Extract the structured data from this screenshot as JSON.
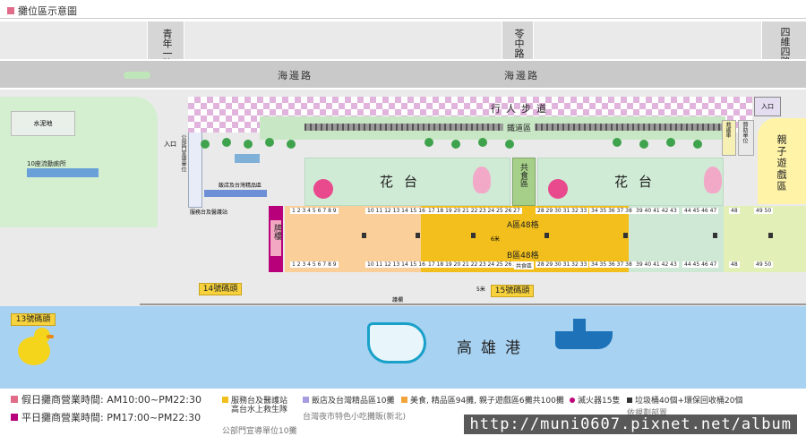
{
  "header": {
    "title": "攤位區示意圖"
  },
  "roads": {
    "main": "海邊路",
    "main_repeat": "海邊路",
    "left_vertical": "青年一路",
    "mid_vertical": "苓中路",
    "right_vertical": "四維四路"
  },
  "areas": {
    "water_pool": "水泥地",
    "toilets": "10座流動廁所",
    "entrance_left": "入口",
    "entrance_right": "入口",
    "official_booth": "公部門宣導單位",
    "service_medical": "服務台及醫護站",
    "specialty_shops": "飯店及台灣精品區",
    "pedestrian": "行人步道",
    "rail": "鐵道區",
    "flower_left": "花台",
    "flower_right": "花台",
    "food_court": "共食區",
    "kids_area": "親子遊戲區",
    "ambulance": "救護車",
    "sponsor": "贊助單位",
    "pier_sign": "牌樓",
    "area_a": "A區48格",
    "area_b": "B區48格",
    "width_label": "6米",
    "road_width": "5米",
    "guardrail": "護欄",
    "pier14": "14號碼頭",
    "pier15": "15號碼頭",
    "pier13": "13號碼頭",
    "harbor": "高雄港"
  },
  "stalls": {
    "top_row_1": "1 2 3 4 5 6 7 8 9",
    "top_row_2": "10 11 12 13 14 15 16",
    "top_row_3": "17 18 19 20 21 22",
    "top_row_4": "23 24 25 26 27",
    "top_row_5": "28 29 30 31 32 33",
    "top_row_6": "34 35 36 37 38",
    "top_row_7": "39 40 41 42 43",
    "top_row_8": "44 45 46 47",
    "top_row_9": "48",
    "top_row_10": "49  50",
    "bot_row_1": "1 2 3 4 5 6 7 8 9",
    "bot_row_2": "10 11 12 13 14 15 16",
    "bot_row_3": "17 18 19 20 21 22",
    "bot_row_4": "23 24 25 26 27",
    "bot_row_5": "共食區",
    "bot_row_6": "28 29 30 31 32 33",
    "bot_row_7": "34 35 36 37 38",
    "bot_row_8": "39 40 41 42 43",
    "bot_row_9": "44 45 46 47",
    "bot_row_10": "48",
    "bot_row_11": "49  50"
  },
  "legend": {
    "holiday_hours": "假日攤商營業時間: AM10:00~PM22:30",
    "weekday_hours": "平日攤商營業時間: PM17:00~PM22:30",
    "service": "服務台及醫護站",
    "service_sub": "高台水上救生隊",
    "shops_x": "飯店及台灣精品區10攤",
    "food": "美食, 精品區94攤, 親子遊戲區6攤共100攤",
    "extinguisher": "滅火器15隻",
    "trash": "垃圾桶40個+環保回收桶20個",
    "extra_1": "台灣夜市特色小吃攤販(新北)",
    "extra_2": "公部門宣導單位10攤",
    "extra_3": "依規劃部置"
  },
  "watermark": "http://muni0607.pixnet.net/album",
  "colors": {
    "orange": "#fbcf9a",
    "yellow": "#f2bf1c",
    "green_stall": "#cfe8d6",
    "lime": "#e2f0b8",
    "magenta": "#b7007a",
    "pink": "#f2a8c3",
    "sea": "#a8d2f2"
  }
}
